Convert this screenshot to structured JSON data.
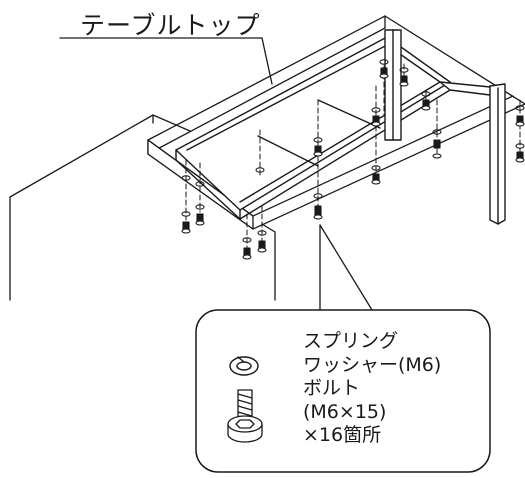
{
  "title": "テーブルトップ",
  "callout": {
    "lines": [
      "スプリング",
      "ワッシャー(M6)",
      "ボルト",
      "(M6×15)",
      "×16箇所"
    ]
  }
}
